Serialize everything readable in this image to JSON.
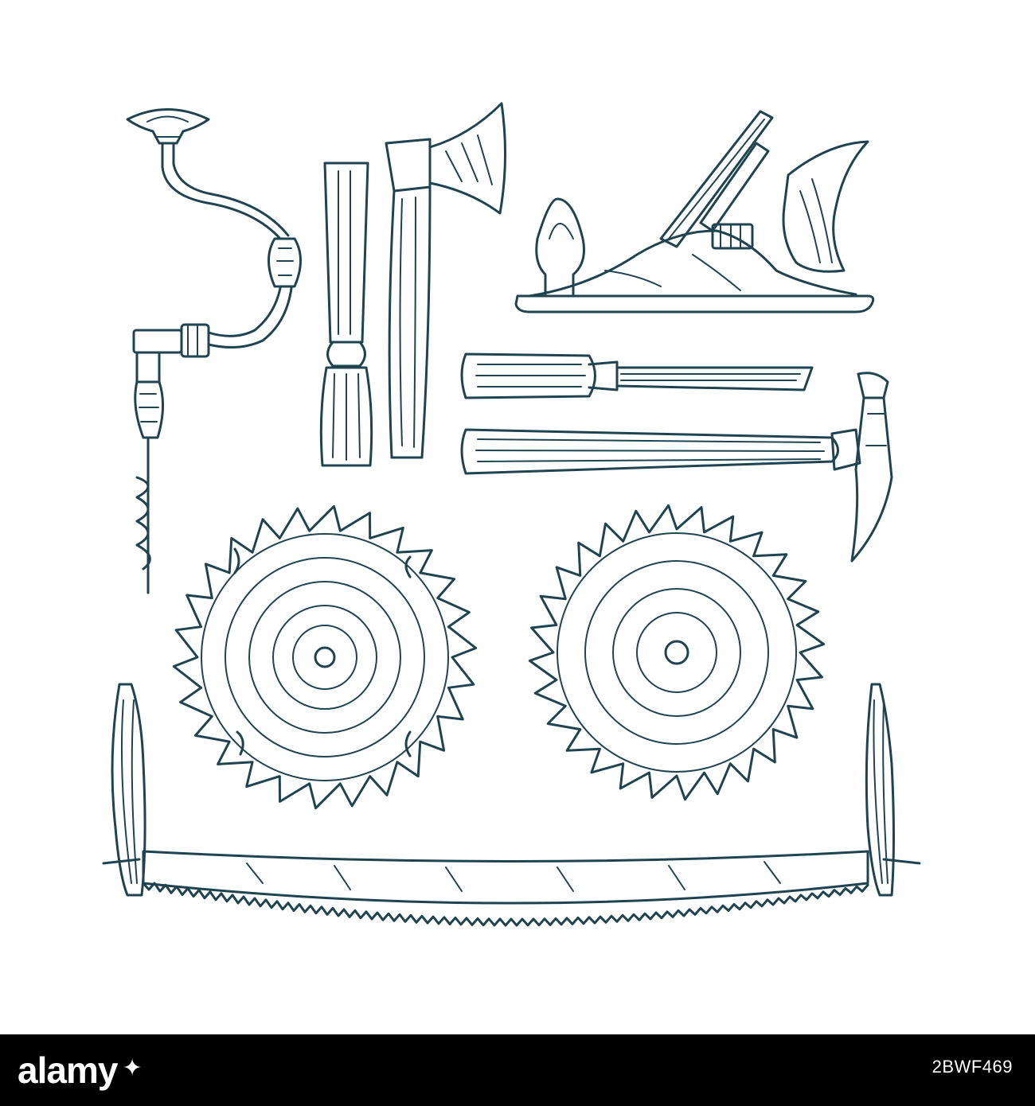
{
  "illustration": {
    "ink_color": "#1f4450",
    "background_color": "#ffffff",
    "tools": [
      "brace-drill",
      "chisel",
      "axe",
      "hand-plane",
      "small-chisel",
      "claw-hammer",
      "circular-saw-blade-left",
      "circular-saw-blade-right",
      "two-man-crosscut-saw"
    ]
  },
  "footer": {
    "brand": "alamy",
    "brand_mark": "✦",
    "image_id": "2BWF469",
    "background_color": "#000000",
    "text_color": "#ffffff"
  }
}
